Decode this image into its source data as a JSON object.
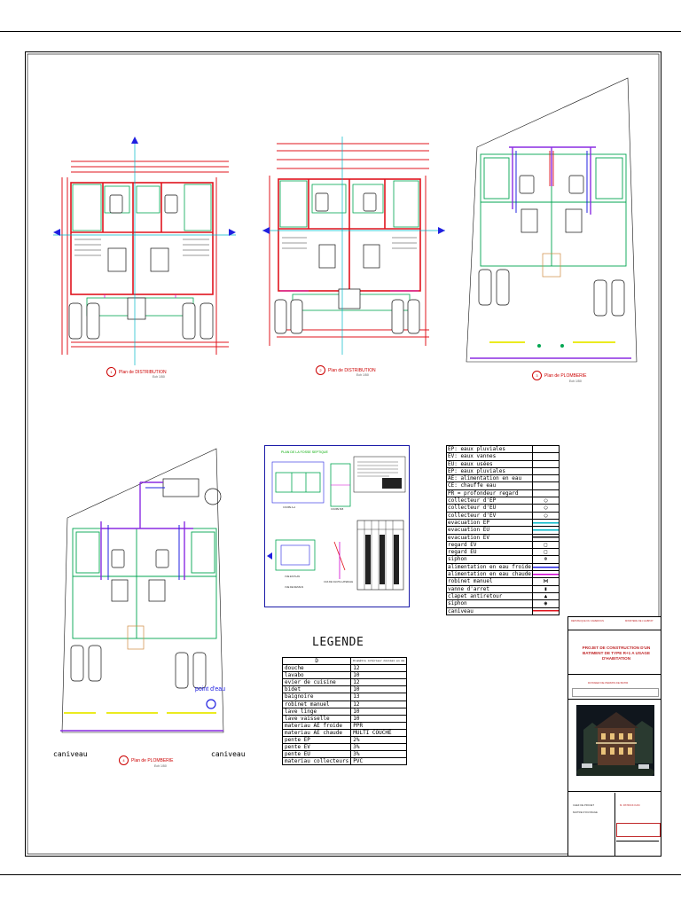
{
  "plans": {
    "plan1": {
      "title": "Plan de DISTRIBUTION",
      "num": "1",
      "sub": "Ech 1/50"
    },
    "plan2": {
      "title": "Plan de DISTRIBUTION",
      "num": "2",
      "sub": "Ech 1/50"
    },
    "plan3": {
      "title": "Plan de PLOMBERIE",
      "num": "3",
      "sub": "Ech 1/50"
    },
    "plan4": {
      "title": "Plan de PLOMBERIE",
      "num": "4",
      "sub": "Ech 1/50",
      "label_left": "caniveau",
      "label_right": "caniveau",
      "annotation": "point d'eau"
    }
  },
  "fosse": {
    "title": "PLAN DE LA FOSSE SEPTIQUE",
    "coupe_aa": "COUPE A-A",
    "coupe_bb": "COUPE B-B",
    "vue_plan": "VUE EN PLAN",
    "vue_dessus": "VUE DE DESSUS",
    "cas_chute": "CAS DE CHUTE LATERALE"
  },
  "symbols": {
    "rows": [
      {
        "label": "EP: eaux pluviales",
        "sym": ""
      },
      {
        "label": "EV: eaux vannes",
        "sym": ""
      },
      {
        "label": "EU: eaux usées",
        "sym": ""
      },
      {
        "label": "EP: eaux pluviales",
        "sym": ""
      },
      {
        "label": "AE: alimentation en eau",
        "sym": ""
      },
      {
        "label": "CE: chauffe eau",
        "sym": ""
      },
      {
        "label": "PR = profondeur regard",
        "sym": ""
      },
      {
        "label": "collecteur d'EP",
        "sym": "◯"
      },
      {
        "label": "collecteur d'EU",
        "sym": "◯"
      },
      {
        "label": "collecteur d'EV",
        "sym": "◯"
      },
      {
        "label": "evacuation EP",
        "sym": ""
      },
      {
        "label": "evacuation EU",
        "sym": ""
      },
      {
        "label": "evacuation EV",
        "sym": ""
      },
      {
        "label": "regard EV",
        "sym": "□"
      },
      {
        "label": "regard EU",
        "sym": "□"
      },
      {
        "label": "siphon",
        "sym": "⊗"
      },
      {
        "label": "alimentation en eau froide",
        "sym": ""
      },
      {
        "label": "alimentation en eau chaude",
        "sym": ""
      },
      {
        "label": "robinet manuel",
        "sym": "⋈"
      },
      {
        "label": "vanne d'arret",
        "sym": "▮"
      },
      {
        "label": "clapet antiretour",
        "sym": "▲"
      },
      {
        "label": "siphon",
        "sym": "◉"
      },
      {
        "label": "caniveau",
        "sym": ""
      }
    ]
  },
  "legende": {
    "title": "LEGENDE",
    "header": [
      "D",
      "Diamètre intérieur minimal en mm"
    ],
    "rows": [
      [
        "douche",
        "12"
      ],
      [
        "lavabo",
        "10"
      ],
      [
        "evier de cuisine",
        "12"
      ],
      [
        "bidet",
        "10"
      ],
      [
        "baignoire",
        "13"
      ],
      [
        "robinet manuel",
        "12"
      ],
      [
        "lave linge",
        "10"
      ],
      [
        "lave vaisselle",
        "10"
      ],
      [
        "materiau AE froide",
        "PPR"
      ],
      [
        "materiau AE chaude",
        "MULTI COUCHE"
      ],
      [
        "pente EP",
        "2%"
      ],
      [
        "pente EV",
        "3%"
      ],
      [
        "pente EU",
        "3%"
      ],
      [
        "materiau collecteurs",
        "PVC"
      ]
    ]
  },
  "title_block": {
    "org_left": "REPUBLIQUE DU CAMEROUN",
    "org_right": "MINISTERE DE L'HABITAT",
    "project": "PROJET DE CONSTRUCTION D'UN BATIMENT DE TYPE R+1 A USAGE D'HABITATION",
    "location": "DOSSIER DE PERMIS DE BATIR",
    "footer_left1": "CHEF DE PROJET",
    "footer_left2": "MAITRE D'OUVRAGE",
    "footer_right": "M. PATRICK KAM",
    "accent_red": "#c0282a"
  },
  "colors": {
    "wall_red": "#e0141e",
    "pipe_blue": "#2020e0",
    "pipe_purple": "#8a2be2",
    "green": "#00a651",
    "cyan": "#00b7c7",
    "magenta": "#d000d0",
    "yellow": "#e8e800"
  }
}
